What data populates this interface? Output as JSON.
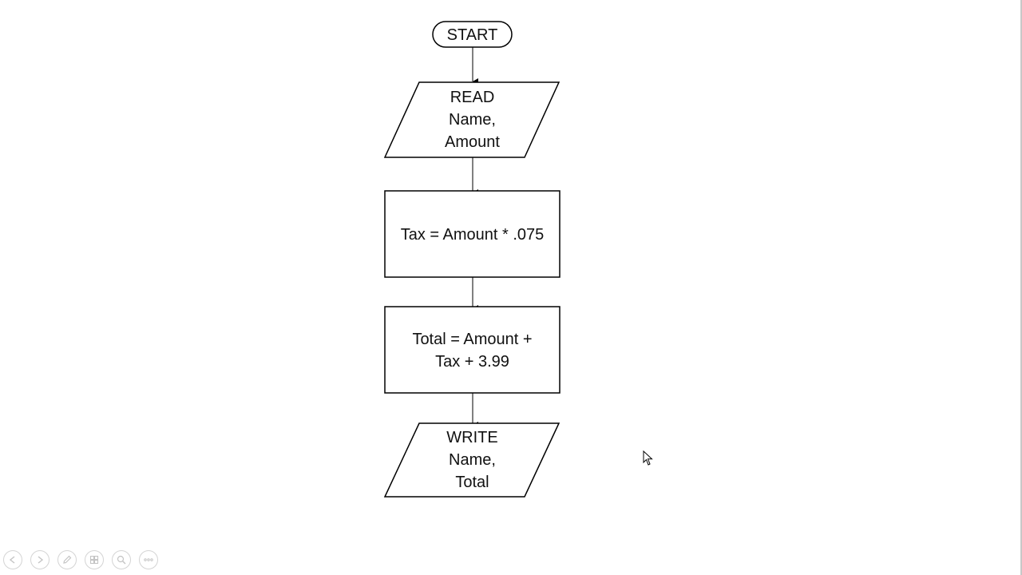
{
  "flowchart": {
    "start": "START",
    "read": [
      "READ",
      "Name,",
      "Amount"
    ],
    "tax": [
      "Tax = Amount * .075"
    ],
    "total": [
      "Total = Amount +",
      "Tax + 3.99"
    ],
    "write": [
      "WRITE",
      "Name,",
      "Total"
    ]
  },
  "controls": [
    {
      "icon": "previous-icon"
    },
    {
      "icon": "next-icon"
    },
    {
      "icon": "pen-icon"
    },
    {
      "icon": "slides-icon"
    },
    {
      "icon": "zoom-icon"
    },
    {
      "icon": "more-options-icon"
    }
  ],
  "colors": {
    "stroke": "#000000",
    "text": "#111111",
    "control": "#c4c4c4",
    "background": "#ffffff"
  }
}
